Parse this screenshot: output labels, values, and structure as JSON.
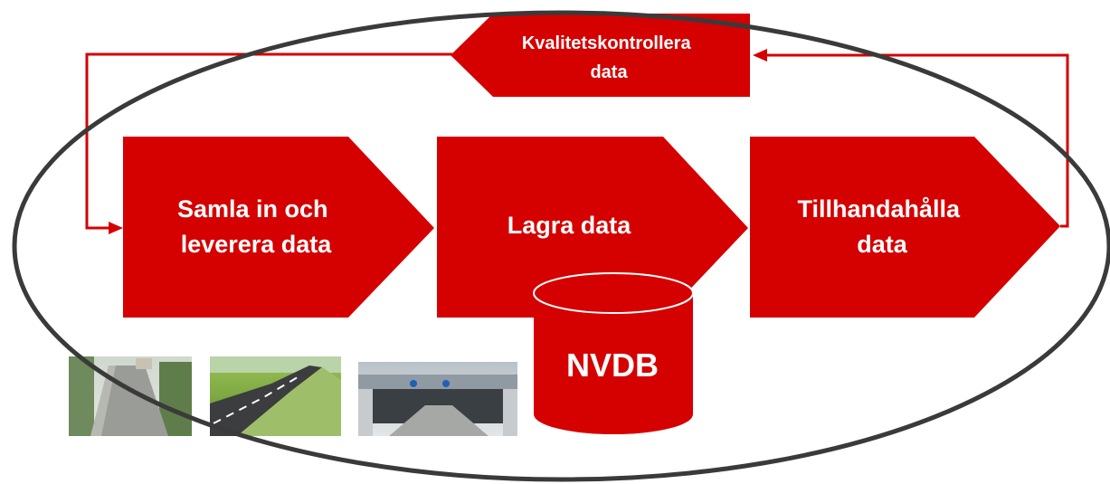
{
  "diagram": {
    "colors": {
      "primary": "#d50000",
      "text": "#ffffff",
      "ellipse": "#3a3a3a",
      "background": "#ffffff"
    },
    "nodes": {
      "collect": {
        "lines": [
          "Samla in och",
          "leverera data"
        ]
      },
      "store": {
        "lines": [
          "Lagra data"
        ]
      },
      "provide": {
        "lines": [
          "Tillhandahålla",
          "data"
        ]
      },
      "quality": {
        "lines": [
          "Kvalitetskontrollera",
          "data"
        ]
      }
    },
    "database": {
      "label": "NVDB"
    },
    "photos": [
      {
        "name": "narrow-road-photo"
      },
      {
        "name": "winding-road-photo"
      },
      {
        "name": "road-underpass-photo"
      }
    ]
  }
}
